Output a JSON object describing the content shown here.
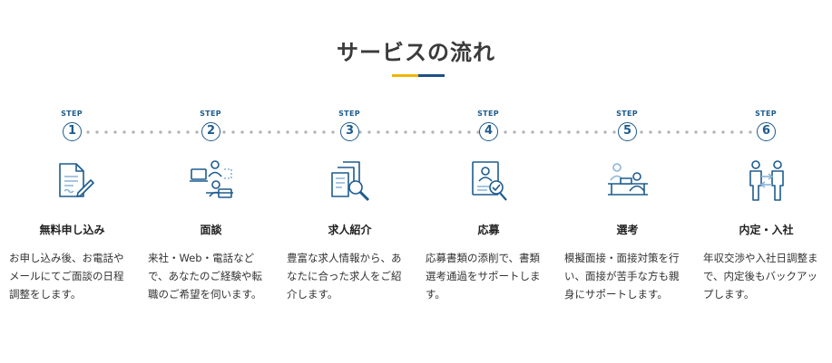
{
  "title": "サービスの流れ",
  "colors": {
    "accent_yellow": "#f0b400",
    "accent_navy": "#1d4f86",
    "step_blue": "#1d5b8e"
  },
  "steps": [
    {
      "label": "STEP",
      "number": "1",
      "icon": "application-form-icon",
      "name": "無料申し込み",
      "description": "お申し込み後、お電話やメールにてご面談の日程調整をします。"
    },
    {
      "label": "STEP",
      "number": "2",
      "icon": "interview-icon",
      "name": "面談",
      "description": "来社・Web・電話などで、あなたのご経験や転職のご希望を伺います。"
    },
    {
      "label": "STEP",
      "number": "3",
      "icon": "job-search-icon",
      "name": "求人紹介",
      "description": "豊富な求人情報から、あなたに合った求人をご紹介します。"
    },
    {
      "label": "STEP",
      "number": "4",
      "icon": "application-check-icon",
      "name": "応募",
      "description": "応募書類の添削で、書類選考通過をサポートします。"
    },
    {
      "label": "STEP",
      "number": "5",
      "icon": "selection-meeting-icon",
      "name": "選考",
      "description": "模擬面接・面接対策を行い、面接が苦手な方も親身にサポートします。"
    },
    {
      "label": "STEP",
      "number": "6",
      "icon": "offer-handshake-icon",
      "name": "内定・入社",
      "description": "年収交渉や入社日調整まで、内定後もバックアップします。"
    }
  ]
}
